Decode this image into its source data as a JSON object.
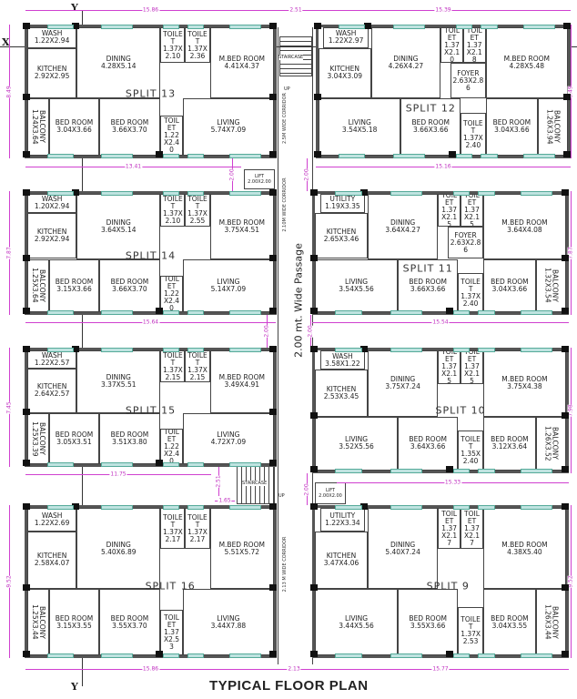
{
  "title": "TYPICAL FLOOR PLAN",
  "passage_label": "2.00 mt. Wide Passage",
  "corridor_labels": [
    "2.5M WIDE CORRIDOR",
    "2.10M WIDE CORRIDOR",
    "2.13 M WIDE CORRIDOR"
  ],
  "staircase_label": "STAIRCASE",
  "up_label": "UP",
  "lift": {
    "name": "LIFT",
    "dim": "2.00X2.00"
  },
  "axis_markers": {
    "x": "X",
    "y": "Y"
  },
  "colors": {
    "dimension": "#d040d0",
    "wall": "#444444",
    "window": "#bfe3e0"
  },
  "dimensions": {
    "top": [
      "15.86",
      "2.51",
      "15.39"
    ],
    "row1_bottom": [
      "13.41",
      "15.16"
    ],
    "row2_bottom": [
      "15.64",
      "15.54"
    ],
    "row3_bottom": [
      "11.75",
      "15.33",
      "1.65"
    ],
    "bottom": [
      "15.86",
      "2.13",
      "15.77"
    ],
    "left": [
      "8.49",
      "7.87",
      "7.45",
      "9.52"
    ],
    "right": [
      "8.49",
      "7.87",
      "7.98",
      "9.52"
    ],
    "gaps": [
      "2.00",
      "2.00",
      "2.00",
      "2.00",
      "2.51",
      "2.00"
    ]
  },
  "units": [
    {
      "name": "SPLIT 13",
      "rooms": [
        {
          "name": "Wash",
          "dim": "1.22X2.94"
        },
        {
          "name": "Kitchen",
          "dim": "2.92X2.95"
        },
        {
          "name": "Dining",
          "dim": "4.28X5.14"
        },
        {
          "name": "Toilet",
          "dim": "1.37X2.10"
        },
        {
          "name": "Toilet",
          "dim": "1.37X2.36"
        },
        {
          "name": "M.Bed Room",
          "dim": "4.41X4.37"
        },
        {
          "name": "Balcony",
          "dim": "1.24X3.64"
        },
        {
          "name": "Bed Room",
          "dim": "3.04X3.66"
        },
        {
          "name": "Bed Room",
          "dim": "3.66X3.70"
        },
        {
          "name": "Toilet",
          "dim": "1.22X2.40"
        },
        {
          "name": "Living",
          "dim": "5.74X7.09"
        }
      ]
    },
    {
      "name": "SPLIT 12",
      "rooms": [
        {
          "name": "Wash",
          "dim": "1.22X2.97"
        },
        {
          "name": "Kitchen",
          "dim": "3.04X3.09"
        },
        {
          "name": "Dining",
          "dim": "4.26X4.27"
        },
        {
          "name": "Toilet",
          "dim": "1.37X2.10"
        },
        {
          "name": "Toilet",
          "dim": "1.37X2.18"
        },
        {
          "name": "Foyer",
          "dim": "2.63X2.86"
        },
        {
          "name": "M.Bed Room",
          "dim": "4.28X5.48"
        },
        {
          "name": "Living",
          "dim": "3.54X5.18"
        },
        {
          "name": "Bed Room",
          "dim": "3.66X3.66"
        },
        {
          "name": "Toilet",
          "dim": "1.37X2.40"
        },
        {
          "name": "Bed Room",
          "dim": "3.04X3.66"
        },
        {
          "name": "Balcony",
          "dim": "1.26X3.94"
        }
      ]
    },
    {
      "name": "SPLIT 14",
      "rooms": [
        {
          "name": "Wash",
          "dim": "1.20X2.94"
        },
        {
          "name": "Kitchen",
          "dim": "2.92X2.94"
        },
        {
          "name": "Dining",
          "dim": "3.64X5.14"
        },
        {
          "name": "Toilet",
          "dim": "1.37X2.10"
        },
        {
          "name": "Toilet",
          "dim": "1.37X2.55"
        },
        {
          "name": "M.Bed Room",
          "dim": "3.75X4.51"
        },
        {
          "name": "Balcony",
          "dim": "1.25X3.64"
        },
        {
          "name": "Bed Room",
          "dim": "3.15X3.66"
        },
        {
          "name": "Bed Room",
          "dim": "3.66X3.70"
        },
        {
          "name": "Toilet",
          "dim": "1.22X2.40"
        },
        {
          "name": "Living",
          "dim": "5.14X7.09"
        }
      ]
    },
    {
      "name": "SPLIT 11",
      "rooms": [
        {
          "name": "Utility",
          "dim": "1.19X3.35"
        },
        {
          "name": "Kitchen",
          "dim": "2.65X3.46"
        },
        {
          "name": "Dining",
          "dim": "3.64X4.27"
        },
        {
          "name": "Toilet",
          "dim": "1.37X2.15"
        },
        {
          "name": "Toilet",
          "dim": "1.37X2.15"
        },
        {
          "name": "Foyer",
          "dim": "2.63X2.86"
        },
        {
          "name": "M.Bed Room",
          "dim": "3.64X4.08"
        },
        {
          "name": "Living",
          "dim": "3.54X5.56"
        },
        {
          "name": "Bed Room",
          "dim": "3.66X3.66"
        },
        {
          "name": "Toilet",
          "dim": "1.37X2.40"
        },
        {
          "name": "Bed Room",
          "dim": "3.04X3.66"
        },
        {
          "name": "Balcony",
          "dim": "1.32X3.54"
        }
      ]
    },
    {
      "name": "SPLIT 15",
      "rooms": [
        {
          "name": "Wash",
          "dim": "1.22X2.57"
        },
        {
          "name": "Kitchen",
          "dim": "2.64X2.57"
        },
        {
          "name": "Dining",
          "dim": "3.37X5.51"
        },
        {
          "name": "Toilet",
          "dim": "1.37X2.15"
        },
        {
          "name": "Toilet",
          "dim": "1.37X2.15"
        },
        {
          "name": "M.Bed Room",
          "dim": "3.49X4.91"
        },
        {
          "name": "Balcony",
          "dim": "1.25X3.39"
        },
        {
          "name": "Bed Room",
          "dim": "3.05X3.51"
        },
        {
          "name": "Bed Room",
          "dim": "3.51X3.80"
        },
        {
          "name": "Toilet",
          "dim": "1.22X2.40"
        },
        {
          "name": "Living",
          "dim": "4.72X7.09"
        }
      ]
    },
    {
      "name": "SPLIT 10",
      "rooms": [
        {
          "name": "Wash",
          "dim": "3.58X1.22"
        },
        {
          "name": "Kitchen",
          "dim": "2.53X3.45"
        },
        {
          "name": "Dining",
          "dim": "3.75X7.24"
        },
        {
          "name": "Toilet",
          "dim": "1.37X2.15"
        },
        {
          "name": "Toilet",
          "dim": "1.37X2.15"
        },
        {
          "name": "M.Bed Room",
          "dim": "3.75X4.38"
        },
        {
          "name": "Living",
          "dim": "3.52X5.56"
        },
        {
          "name": "Bed Room",
          "dim": "3.64X3.66"
        },
        {
          "name": "Toilet",
          "dim": "1.35X2.40"
        },
        {
          "name": "Bed Room",
          "dim": "3.12X3.64"
        },
        {
          "name": "Balcony",
          "dim": "1.26X3.52"
        }
      ]
    },
    {
      "name": "SPLIT 16",
      "rooms": [
        {
          "name": "Wash",
          "dim": "1.22X2.69"
        },
        {
          "name": "Kitchen",
          "dim": "2.58X4.07"
        },
        {
          "name": "Dining",
          "dim": "5.40X6.89"
        },
        {
          "name": "Toilet",
          "dim": "1.37X2.17"
        },
        {
          "name": "Toilet",
          "dim": "1.37X2.17"
        },
        {
          "name": "M.Bed Room",
          "dim": "5.51X5.72"
        },
        {
          "name": "Balcony",
          "dim": "1.25X3.44"
        },
        {
          "name": "Bed Room",
          "dim": "3.15X3.55"
        },
        {
          "name": "Bed Room",
          "dim": "3.55X3.70"
        },
        {
          "name": "Toilet",
          "dim": "1.37X2.53"
        },
        {
          "name": "Living",
          "dim": "3.44X7.88"
        }
      ]
    },
    {
      "name": "SPLIT 9",
      "rooms": [
        {
          "name": "Utility",
          "dim": "1.22X3.34"
        },
        {
          "name": "Kitchen",
          "dim": "3.47X4.06"
        },
        {
          "name": "Dining",
          "dim": "5.40X7.24"
        },
        {
          "name": "Toilet",
          "dim": "1.37X2.17"
        },
        {
          "name": "Toilet",
          "dim": "1.37X2.17"
        },
        {
          "name": "M.Bed Room",
          "dim": "4.38X5.40"
        },
        {
          "name": "Living",
          "dim": "3.44X5.56"
        },
        {
          "name": "Bed Room",
          "dim": "3.55X3.66"
        },
        {
          "name": "Toilet",
          "dim": "1.37X2.53"
        },
        {
          "name": "Bed Room",
          "dim": "3.04X3.55"
        },
        {
          "name": "Balcony",
          "dim": "1.26X3.44"
        }
      ]
    }
  ]
}
